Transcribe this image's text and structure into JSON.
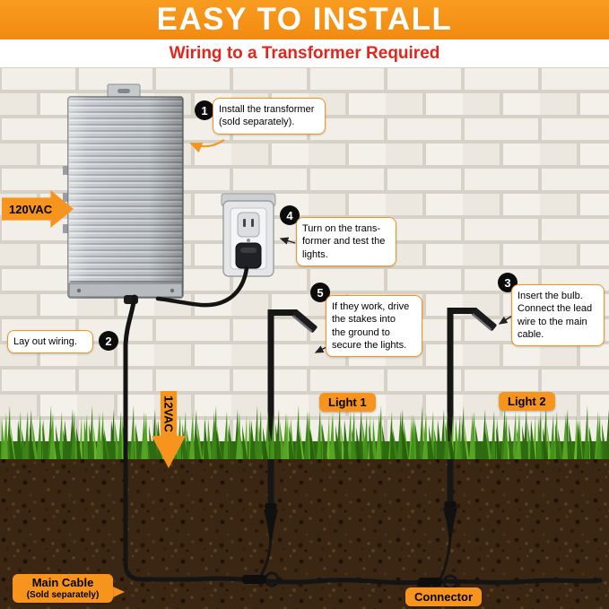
{
  "header": {
    "title": "EASY TO INSTALL",
    "subtitle": "Wiring to a Transformer Required"
  },
  "steps": [
    {
      "number": "1",
      "text": "Install the transformer\n(sold separately)."
    },
    {
      "number": "2",
      "text": "Lay out wiring."
    },
    {
      "number": "3",
      "text": "Insert the bulb.\nConnect the lead\nwire to the main\ncable."
    },
    {
      "number": "4",
      "text": "Turn on the trans-\nformer and test the\nlights."
    },
    {
      "number": "5",
      "text": "If they work, drive\nthe stakes into\nthe ground to\nsecure the lights."
    }
  ],
  "labels": {
    "input_voltage": "120VAC",
    "output_voltage": "12VAC",
    "light_1": "Light 1",
    "light_2": "Light 2",
    "main_cable": "Main Cable",
    "main_cable_note": "(Sold separately)",
    "connector": "Connector"
  },
  "colors": {
    "accent_orange": "#f7941d",
    "title_red": "#e3261d",
    "cable_black": "#141414",
    "brick": "#f2efe8",
    "mortar": "#d7d2c8",
    "grass_green": "#4f9d23",
    "soil_brown": "#3a2613"
  }
}
